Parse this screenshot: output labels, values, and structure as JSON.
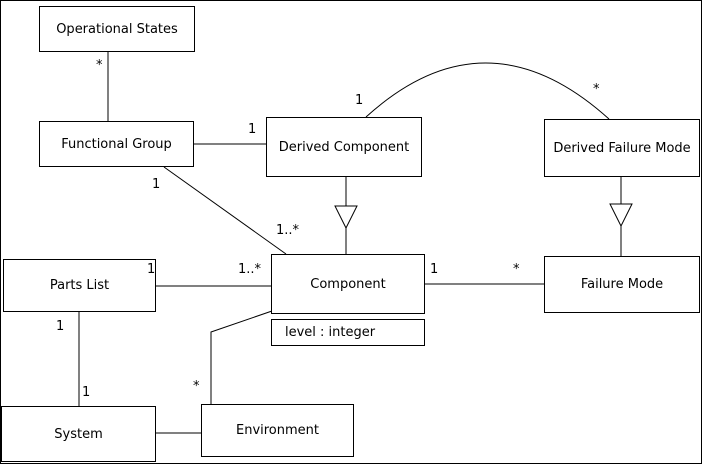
{
  "diagram": {
    "nodes": {
      "operational_states": {
        "label": "Operational States"
      },
      "functional_group": {
        "label": "Functional Group"
      },
      "derived_component": {
        "label": "Derived Component"
      },
      "derived_failure_mode": {
        "label": "Derived Failure Mode"
      },
      "parts_list": {
        "label": "Parts List"
      },
      "component": {
        "label": "Component",
        "attribute": "level : integer"
      },
      "failure_mode": {
        "label": "Failure Mode"
      },
      "system": {
        "label": "System"
      },
      "environment": {
        "label": "Environment"
      }
    },
    "multiplicities": {
      "operational_states_star": "*",
      "fg_derived_component_one": "1",
      "derived_component_arc_one": "1",
      "derived_failure_mode_arc_star": "*",
      "fg_component_one": "1",
      "fg_component_many": "1..*",
      "parts_list_one": "1",
      "parts_list_component_many": "1..*",
      "component_one": "1",
      "failure_mode_star": "*",
      "parts_list_system_one": "1",
      "system_one": "1",
      "environment_star": "*"
    }
  }
}
